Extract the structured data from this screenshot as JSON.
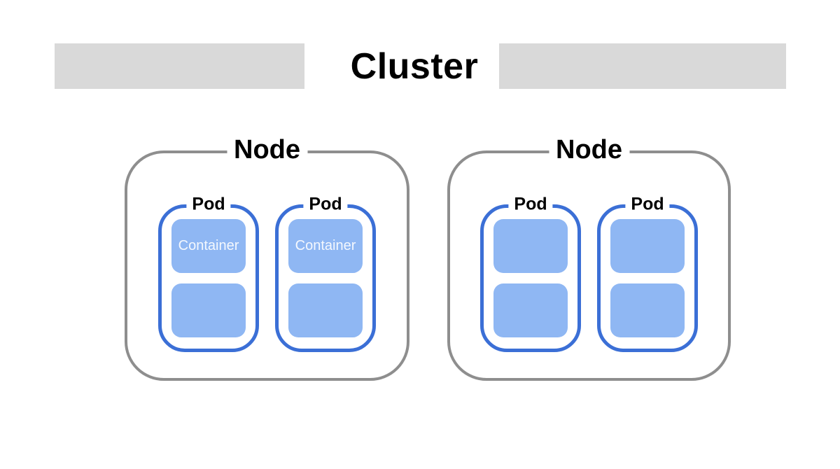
{
  "diagram": {
    "title": "Cluster",
    "colors": {
      "bar_gray": "#d9d9d9",
      "node_border_gray": "#8e8e8e",
      "pod_border_blue": "#3b6fd6",
      "container_fill_blue": "#8fb7f3",
      "container_text": "#f4f8fe",
      "label_text": "#000000",
      "background": "#ffffff"
    },
    "nodes": [
      {
        "label": "Node",
        "pods": [
          {
            "label": "Pod",
            "containers": [
              {
                "label": "Container"
              },
              {
                "label": ""
              }
            ]
          },
          {
            "label": "Pod",
            "containers": [
              {
                "label": "Container"
              },
              {
                "label": ""
              }
            ]
          }
        ]
      },
      {
        "label": "Node",
        "pods": [
          {
            "label": "Pod",
            "containers": [
              {
                "label": ""
              },
              {
                "label": ""
              }
            ]
          },
          {
            "label": "Pod",
            "containers": [
              {
                "label": ""
              },
              {
                "label": ""
              }
            ]
          }
        ]
      }
    ]
  }
}
